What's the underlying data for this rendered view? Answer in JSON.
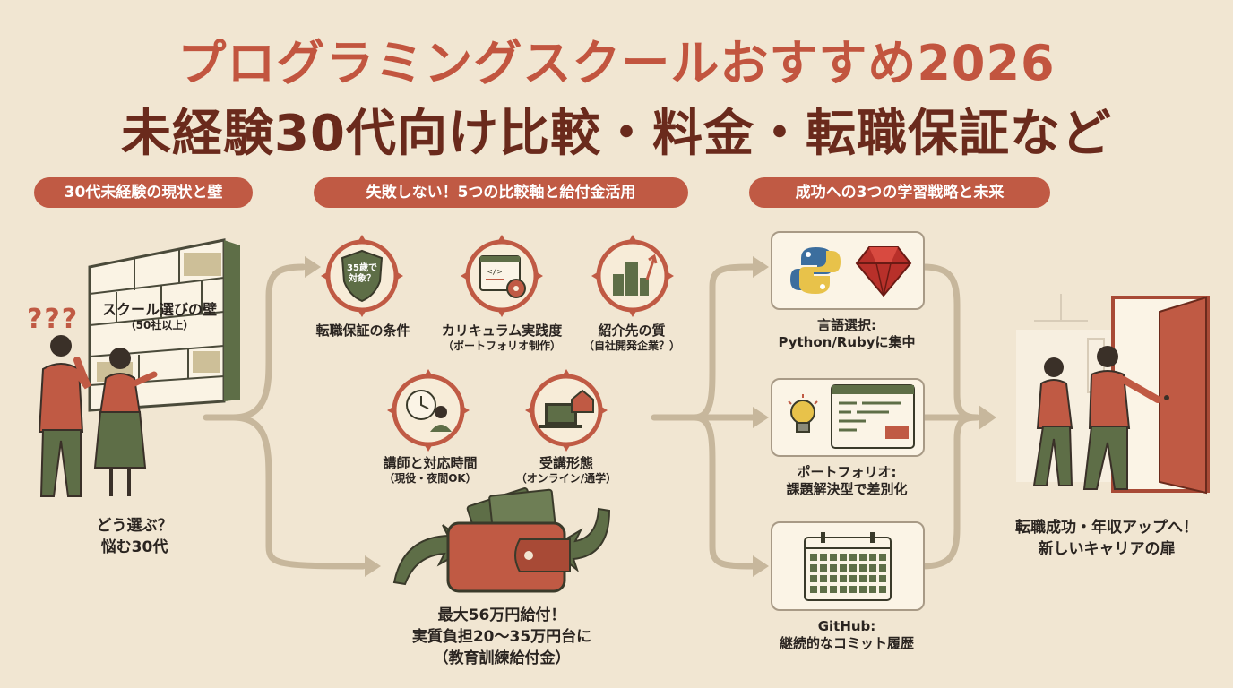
{
  "header": {
    "title_line1": "プログラミングスクールおすすめ2026",
    "title_line2": "未経験30代向け比較・料金・転職保証など"
  },
  "sections": {
    "left": "30代未経験の現状と壁",
    "middle": "失敗しない！5つの比較軸と給付金活用",
    "right": "成功への3つの学習戦略と未来"
  },
  "wall": {
    "label": "スクール選びの壁",
    "sub": "（50社以上）",
    "marks": "???"
  },
  "left_caption": "どう選ぶ？\n悩む30代",
  "criteria": [
    {
      "title": "転職保証の条件",
      "sub": "",
      "badge": "35歳で\n対象？"
    },
    {
      "title": "カリキュラム実践度",
      "sub": "（ポートフォリオ制作）"
    },
    {
      "title": "紹介先の質",
      "sub": "（自社開発企業？）"
    },
    {
      "title": "講師と対応時間",
      "sub": "（現役・夜間OK）"
    },
    {
      "title": "受講形態",
      "sub": "（オンライン/通学）"
    }
  ],
  "subsidy": {
    "line1": "最大56万円給付！",
    "line2": "実質負担20〜35万円台に",
    "line3": "（教育訓練給付金）"
  },
  "strategies": [
    {
      "line1": "言語選択:",
      "line2": "Python/Rubyに集中"
    },
    {
      "line1": "ポートフォリオ:",
      "line2": "課題解決型で差別化"
    },
    {
      "line1": "GitHub:",
      "line2": "継続的なコミット履歴"
    }
  ],
  "result": {
    "line1": "転職成功・年収アップへ！",
    "line2": "新しいキャリアの扉"
  },
  "colors": {
    "accent": "#c05a44",
    "dark_red": "#6a2a1c",
    "green": "#5e6e47",
    "background": "#f1e6d2"
  }
}
